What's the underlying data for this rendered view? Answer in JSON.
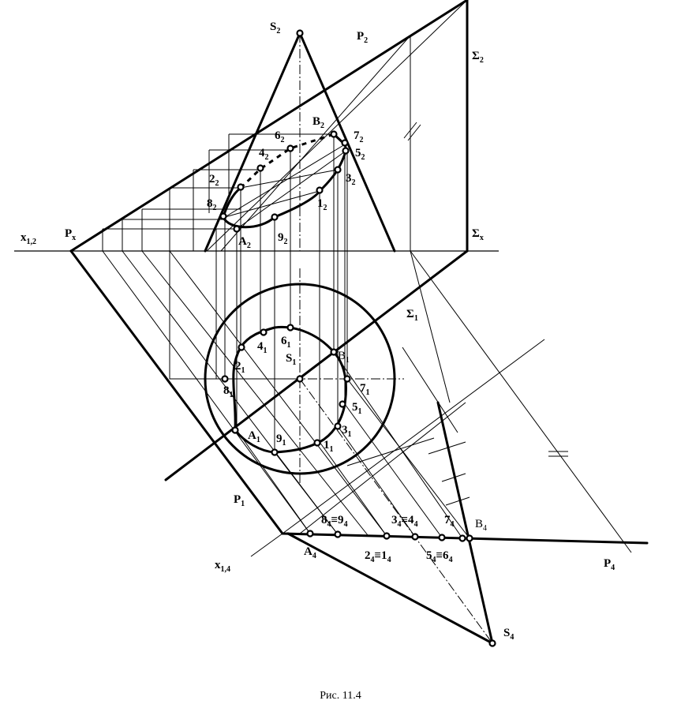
{
  "caption": "Рис. 11.4",
  "labels": {
    "S2": [
      "S",
      "2"
    ],
    "P2": [
      "P",
      "2"
    ],
    "Sigma2": [
      "Σ",
      "2"
    ],
    "Sigmax": [
      "Σ",
      "x"
    ],
    "B2": [
      "B",
      "2"
    ],
    "p6_2": [
      "6",
      "2"
    ],
    "p7_2": [
      "7",
      "2"
    ],
    "p4_2": [
      "4",
      "2"
    ],
    "p5_2": [
      "5",
      "2"
    ],
    "p2_2": [
      "2",
      "2"
    ],
    "p3_2": [
      "3",
      "2"
    ],
    "p8_2": [
      "8",
      "2"
    ],
    "p1_2": [
      "1",
      "2"
    ],
    "A2": [
      "A",
      "2"
    ],
    "p9_2": [
      "9",
      "2"
    ],
    "Px": [
      "P",
      "x"
    ],
    "x12": [
      "x",
      "1,2"
    ],
    "Sigma1": [
      "Σ",
      "1"
    ],
    "p4_1": [
      "4",
      "1"
    ],
    "p6_1": [
      "6",
      "1"
    ],
    "B1": [
      "B",
      "1"
    ],
    "S1": [
      "S",
      "1"
    ],
    "p2_1": [
      "2",
      "1"
    ],
    "p8_1": [
      "8",
      "1"
    ],
    "p7_1": [
      "7",
      "1"
    ],
    "p5_1": [
      "5",
      "1"
    ],
    "p3_1": [
      "3",
      "1"
    ],
    "A1": [
      "A",
      "1"
    ],
    "p9_1": [
      "9",
      "1"
    ],
    "p1_1": [
      "1",
      "1"
    ],
    "P1": [
      "P",
      "1"
    ],
    "p84_94": [
      "8",
      "4",
      "≡9",
      "4"
    ],
    "p34_44": [
      "3",
      "4",
      "≡4",
      "4"
    ],
    "p7_4": [
      "7",
      "4"
    ],
    "B4": [
      "B",
      "4"
    ],
    "x14": [
      "x",
      "1,4"
    ],
    "A4": [
      "A",
      "4"
    ],
    "p24_14": [
      "2",
      "4",
      "≡1",
      "4"
    ],
    "p54_64": [
      "5",
      "4",
      "≡6",
      "4"
    ],
    "P4": [
      "P",
      "4"
    ],
    "S4": [
      "S",
      "4"
    ]
  }
}
